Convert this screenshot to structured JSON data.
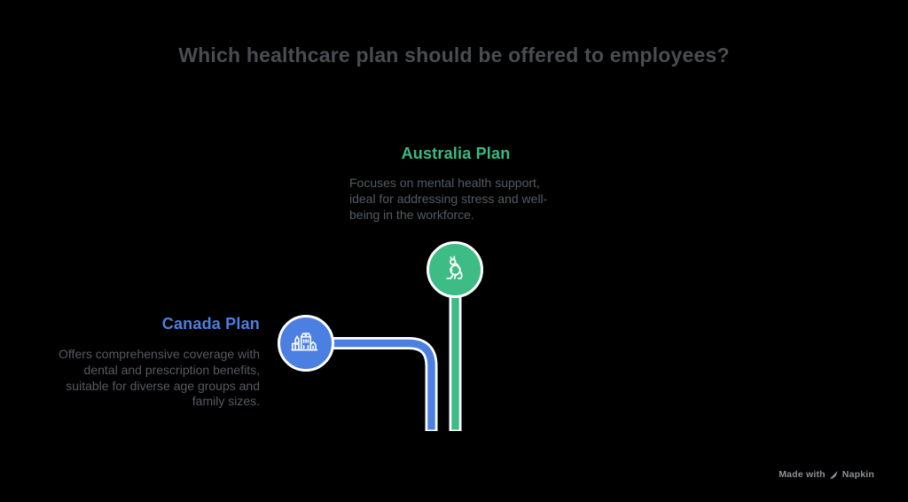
{
  "title": "Which healthcare plan should be offered to employees?",
  "plans": {
    "australia": {
      "label": "Australia Plan",
      "description": "Focuses on mental health support, ideal for addressing stress and well-being in the workforce.",
      "icon": "kangaroo-icon",
      "color": "#35bd82"
    },
    "canada": {
      "label": "Canada Plan",
      "description": "Offers comprehensive coverage with dental and prescription benefits, suitable for diverse age groups and family sizes.",
      "icon": "chateau-icon",
      "color": "#4a80e0"
    }
  },
  "watermark": {
    "prefix": "Made with",
    "brand": "Napkin",
    "logo": "napkin-pen-icon"
  },
  "colors": {
    "background": "#000000",
    "title_text": "#4a4d50",
    "description_text": "#565b5f",
    "australia_green": "#3dbd85",
    "canada_blue": "#4b80e2",
    "connector_outline": "#ffffff",
    "watermark_text": "#8d9094"
  }
}
